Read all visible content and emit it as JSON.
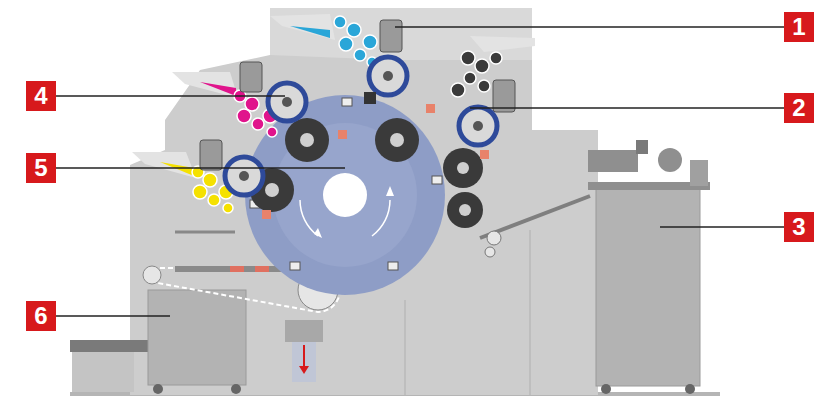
{
  "diagram": {
    "labels": [
      "1",
      "4",
      "2",
      "5",
      "3",
      "6"
    ]
  }
}
